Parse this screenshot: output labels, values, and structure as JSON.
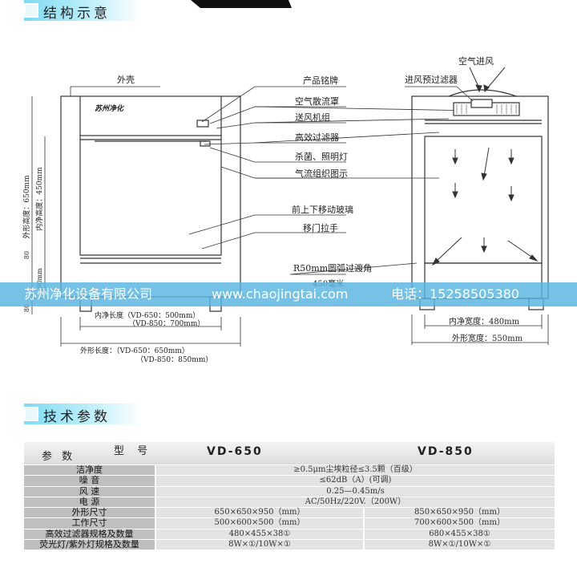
{
  "section1_title": "结构示意",
  "section2_title": "技术参数",
  "left_labels": {
    "waike": "外壳",
    "brand_plate": "苏州净化",
    "dim_outer_height": "外形高度：650mm",
    "dim_inner_height": "内净高度：450mm",
    "dim_80": "80",
    "dim_90": "90mm",
    "dim_80b": "80",
    "inner_length_line1": "内净长度（VD-650：500mm）",
    "inner_length_line2": "（VD-850：700mm）",
    "outer_length_line1": "外形长度：（VD-650：650mm）",
    "outer_length_line2": "（VD-850：850mm）"
  },
  "callouts": {
    "c1": "产品铭牌",
    "c2": "空气散流罩",
    "c3": "送风机组",
    "c4": "高效过滤器",
    "c5": "杀菌、照明灯",
    "c6": "气流组织图示",
    "c7": "前上下移动玻璃",
    "c8": "移门拉手",
    "c9": "R50mm圆弧过渡角",
    "c10": "450毫米"
  },
  "right_labels": {
    "air_in": "空气进风",
    "prefilter": "进风预过滤器",
    "inner_width": "内净宽度：480mm",
    "outer_width": "外形宽度：550mm"
  },
  "watermark": {
    "company": "苏州净化设备有限公司",
    "site": "www.chaojingtai.com",
    "phone": "电话：15258505380"
  },
  "spec": {
    "header_param": "参 数",
    "header_model": "型 号",
    "model_1": "VD-650",
    "model_2": "VD-850",
    "rows": [
      {
        "label": "洁净度",
        "shared": "≥0.5μm尘埃粒径≤3.5颗（百级）"
      },
      {
        "label": "噪  音",
        "shared": "≤62dB（A）(可调)"
      },
      {
        "label": "风  速",
        "shared": "0.25—0.45m/s"
      },
      {
        "label": "电  源",
        "shared": "AC/50Hz/220V.（200W）"
      },
      {
        "label": "外形尺寸",
        "v1": "650×650×950（mm）",
        "v2": "850×650×950（mm）"
      },
      {
        "label": "工作尺寸",
        "v1": "500×600×500（mm）",
        "v2": "700×600×500（mm）"
      },
      {
        "label": "高效过滤器规格及数量",
        "v1": "480×455×38①",
        "v2": "680×455×38①"
      },
      {
        "label": "荧光灯/紫外灯规格及数量",
        "v1": "8W×①/10W×①",
        "v2": "8W×①/10W×①"
      }
    ]
  }
}
